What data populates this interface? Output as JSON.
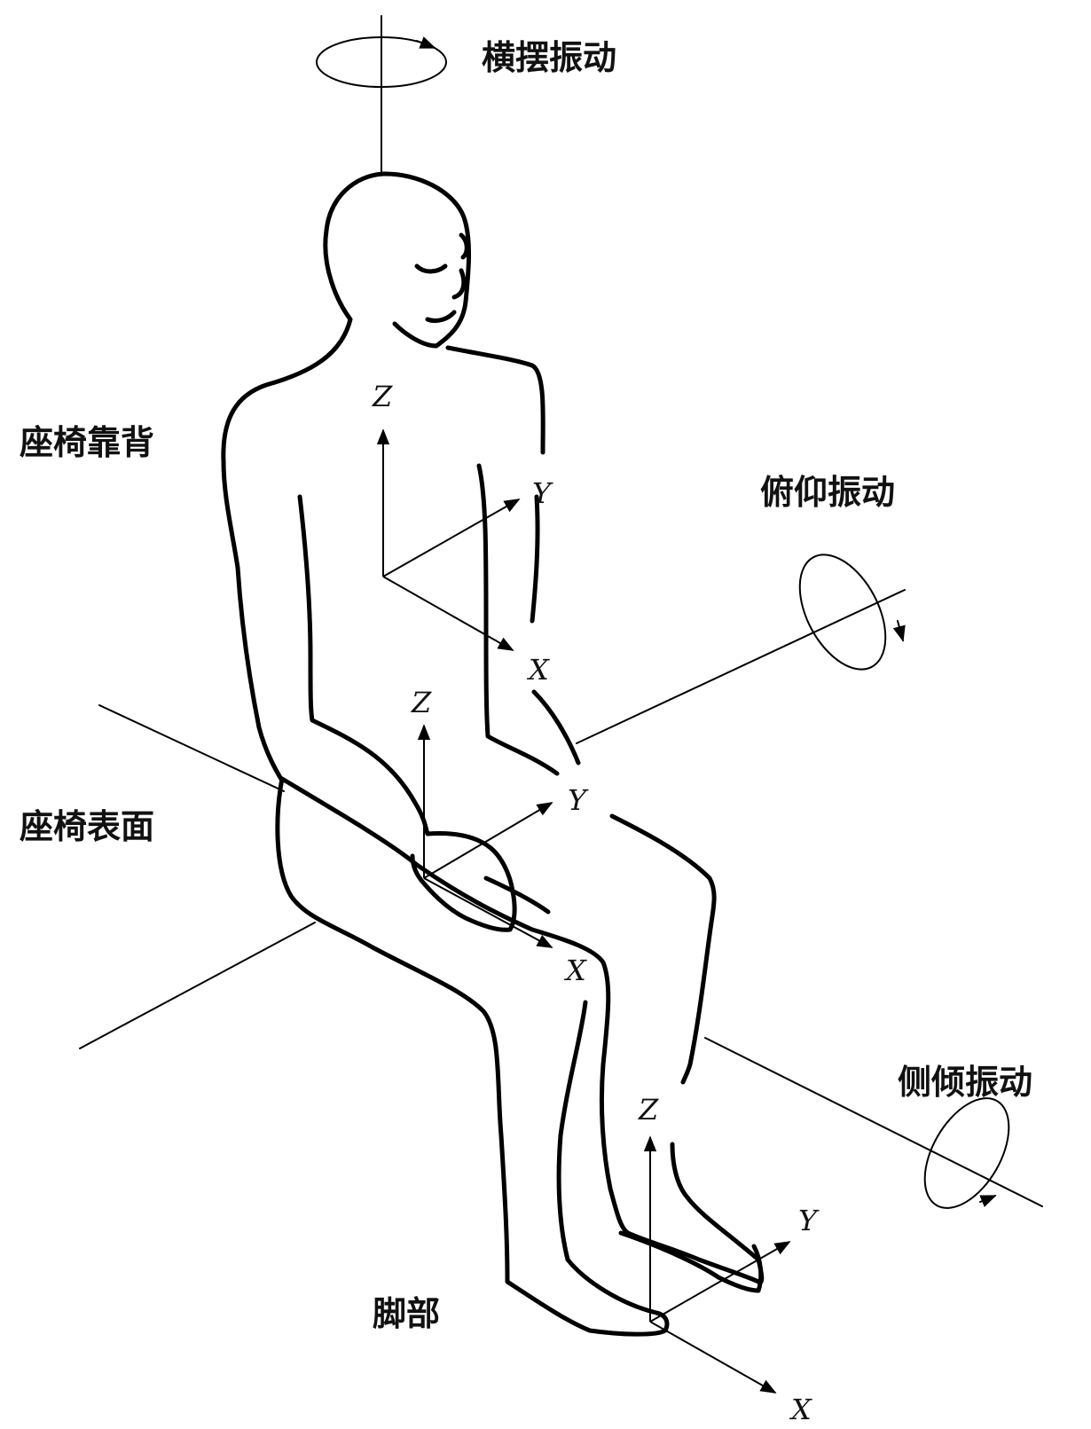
{
  "labels": {
    "yaw": "横摆振动",
    "seat_back": "座椅靠背",
    "pitch": "俯仰振动",
    "seat_surface": "座椅表面",
    "roll": "侧倾振动",
    "feet": "脚部"
  },
  "axes": {
    "back": {
      "z": "Z",
      "y": "Y",
      "x": "X"
    },
    "seat": {
      "z": "Z",
      "y": "Y",
      "x": "X"
    },
    "feet": {
      "z": "Z",
      "y": "Y",
      "x": "X"
    }
  }
}
